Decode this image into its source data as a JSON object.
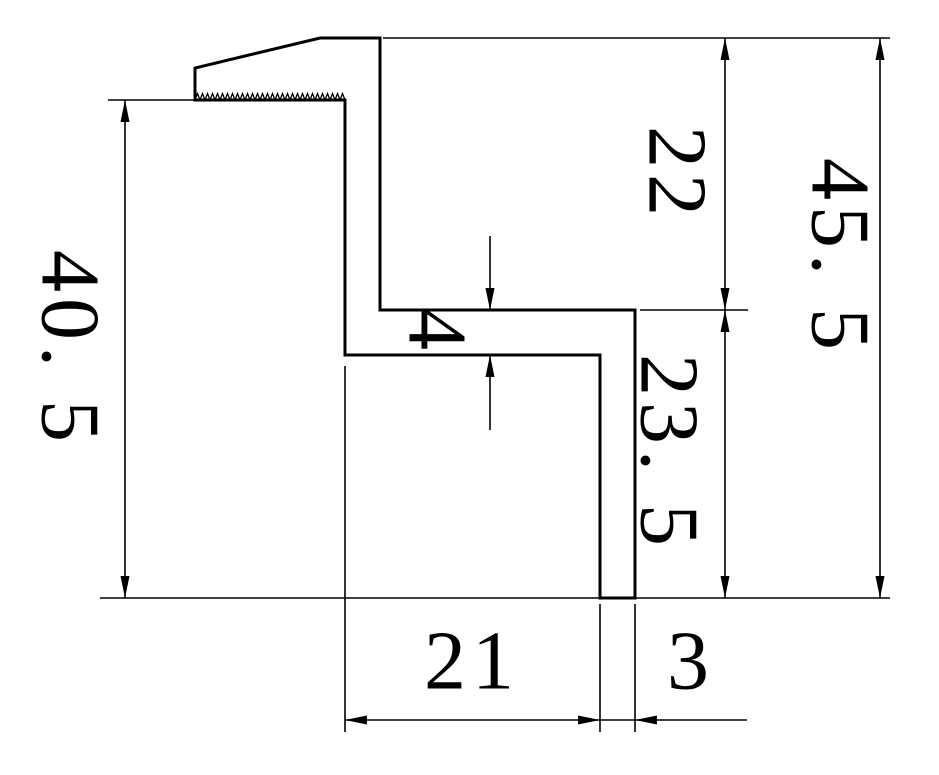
{
  "page": {
    "background_color": "#ffffff",
    "line_color": "#000000"
  },
  "drawing": {
    "type": "technical-drawing",
    "subject": "z-profile-clamp-cross-section",
    "dimensions": {
      "left_height": {
        "label": "40. 5",
        "value": 40.5,
        "orientation": "vertical"
      },
      "upper_right": {
        "label": "22",
        "value": 22,
        "orientation": "vertical"
      },
      "step_thickness": {
        "label": "4",
        "value": 4,
        "orientation": "vertical"
      },
      "lower_right": {
        "label": "23. 5",
        "value": 23.5,
        "orientation": "vertical"
      },
      "overall_height": {
        "label": "45. 5",
        "value": 45.5,
        "orientation": "vertical"
      },
      "bottom_width": {
        "label": "21",
        "value": 21,
        "orientation": "horizontal"
      },
      "foot_width": {
        "label": "3",
        "value": 3,
        "orientation": "horizontal"
      }
    }
  }
}
